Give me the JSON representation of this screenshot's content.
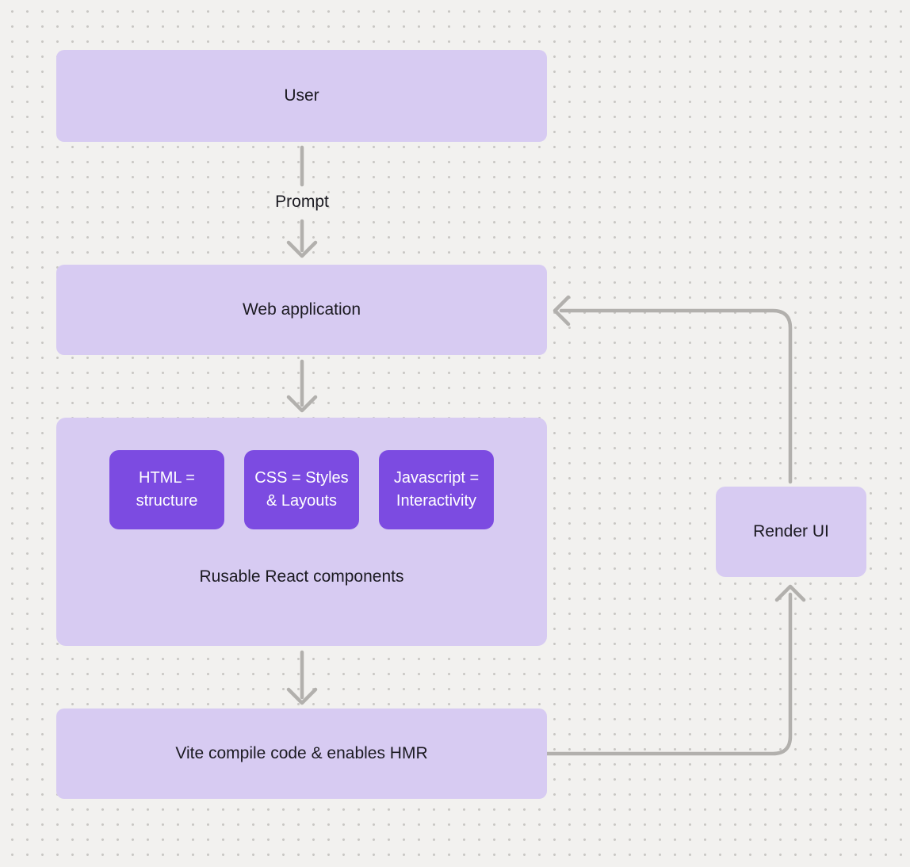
{
  "colors": {
    "bg": "#f2f1ef",
    "dot": "#c9c7c4",
    "node-fill": "#d7cbf2",
    "chip-fill": "#7c4be1",
    "node-text": "#1b1a21",
    "chip-text": "#ffffff",
    "arrow": "#b2b0ad"
  },
  "nodes": {
    "user": {
      "label": "User"
    },
    "web_application": {
      "label": "Web application"
    },
    "react_group": {
      "caption": "Rusable React components",
      "chips": [
        {
          "label": "HTML =\nstructure"
        },
        {
          "label": "CSS = Styles\n& Layouts"
        },
        {
          "label": "Javascript =\nInteractivity"
        }
      ]
    },
    "vite": {
      "label": "Vite compile code & enables HMR"
    },
    "render_ui": {
      "label": "Render UI"
    }
  },
  "connectors": {
    "prompt_label": "Prompt"
  }
}
